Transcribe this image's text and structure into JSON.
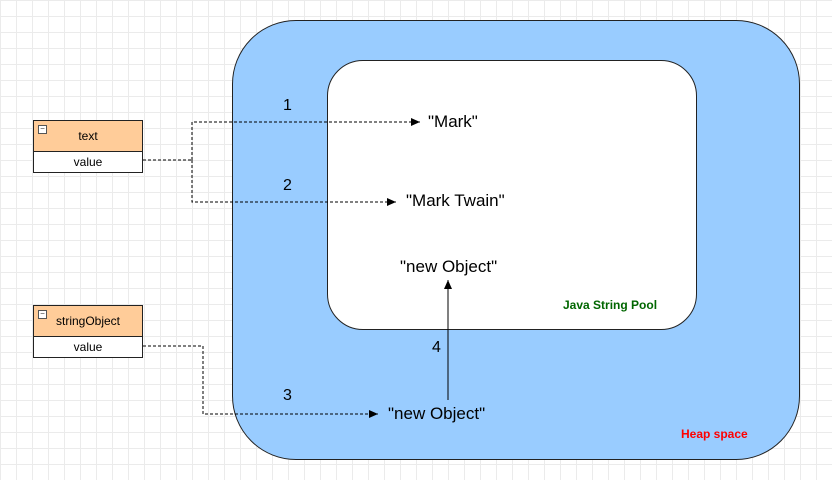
{
  "regions": {
    "heap_label": "Heap space",
    "pool_label": "Java String Pool"
  },
  "classes": [
    {
      "title": "text",
      "row": "value"
    },
    {
      "title": "stringObject",
      "row": "value"
    }
  ],
  "strings": {
    "mark": "\"Mark\"",
    "mark_twain": "\"Mark Twain\"",
    "new_object_pool": "\"new Object\"",
    "new_object_heap": "\"new Object\""
  },
  "steps": [
    "1",
    "2",
    "3",
    "4"
  ],
  "colors": {
    "heap": "#99ccff",
    "pool": "#ffffff",
    "class_header": "#ffcc99",
    "pool_label": "#006600",
    "heap_label": "#ff0000"
  }
}
